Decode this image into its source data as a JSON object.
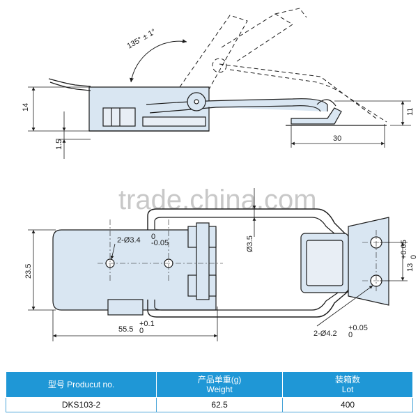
{
  "watermark": "trade.china.com",
  "side_view": {
    "angle": "135° ± 1°",
    "dim_height": "14",
    "dim_base": "1.5",
    "dim_right_height": "11",
    "dim_width": "30"
  },
  "top_view": {
    "dim_height": "23.5",
    "hole_dia": "2-Ø3.4",
    "hole_dia_tol_upper": "0",
    "hole_dia_tol_lower": "-0.05",
    "wire_dia": "Ø3.5",
    "length": "55.5",
    "length_tol_upper": "+0.1",
    "length_tol_lower": "0",
    "hole_spacing": "13",
    "hole_spacing_tol_upper": "+0.05",
    "hole_spacing_tol_lower": "0",
    "keeper_hole_dia": "2-Ø4.2",
    "keeper_tol_upper": "+0.05",
    "keeper_tol_lower": "0"
  },
  "table": {
    "headers": [
      {
        "line1": "型号 Producut no.",
        "line2": ""
      },
      {
        "line1": "产品单重(g)",
        "line2": "Weight"
      },
      {
        "line1": "装箱数",
        "line2": "Lot"
      }
    ],
    "rows": [
      {
        "model": "DKS103-2",
        "weight": "62.5",
        "lot": "400"
      }
    ]
  },
  "colors": {
    "part_fill": "#d9e6f2",
    "line": "#1a1a1a",
    "table_header": "#1f97d6"
  }
}
